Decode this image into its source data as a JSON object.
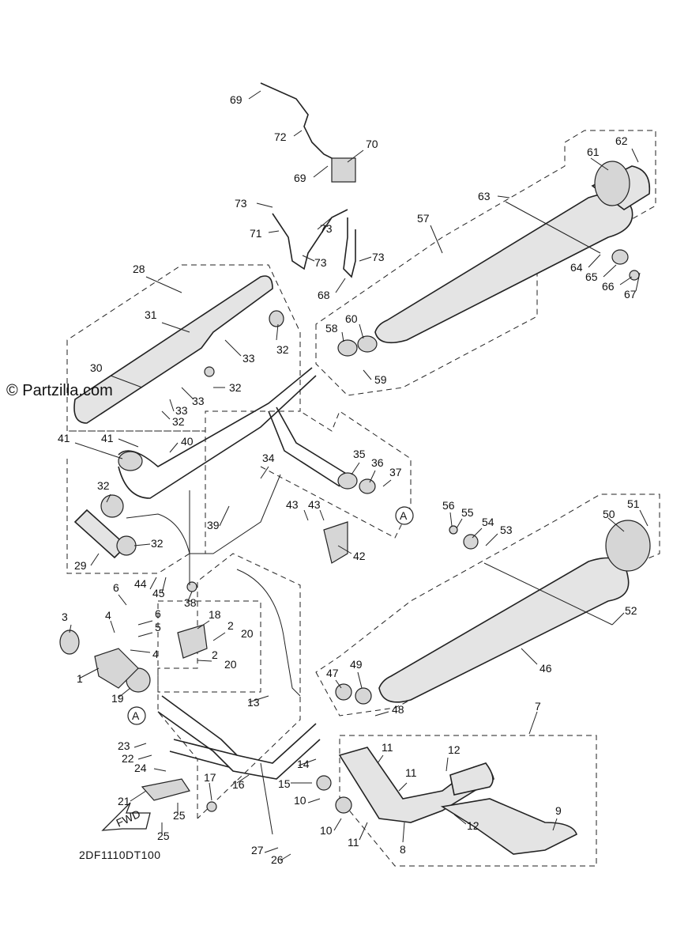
{
  "watermark": "© Partzilla.com",
  "diagram_code": "2DF1110DT100",
  "fwd_label": "FWD",
  "callout_a": "A",
  "part_labels": [
    "1",
    "2",
    "3",
    "4",
    "5",
    "6",
    "7",
    "8",
    "9",
    "10",
    "11",
    "12",
    "13",
    "14",
    "15",
    "16",
    "17",
    "18",
    "19",
    "20",
    "21",
    "22",
    "23",
    "24",
    "25",
    "26",
    "27",
    "28",
    "29",
    "30",
    "31",
    "32",
    "33",
    "34",
    "35",
    "36",
    "37",
    "38",
    "39",
    "40",
    "41",
    "42",
    "43",
    "44",
    "45",
    "46",
    "47",
    "48",
    "49",
    "50",
    "51",
    "52",
    "53",
    "54",
    "55",
    "56",
    "57",
    "58",
    "59",
    "60",
    "61",
    "62",
    "63",
    "64",
    "65",
    "66",
    "67",
    "68",
    "69",
    "70",
    "71",
    "72",
    "73"
  ]
}
